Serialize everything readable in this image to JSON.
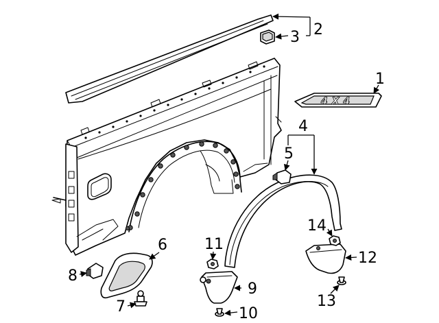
{
  "callouts": {
    "c1": "1",
    "c2": "2",
    "c3": "3",
    "c4": "4",
    "c5": "5",
    "c6": "6",
    "c7": "7",
    "c8": "8",
    "c9": "9",
    "c10": "10",
    "c11": "11",
    "c12": "12",
    "c13": "13",
    "c14": "14"
  },
  "emblem_text": "4X4"
}
